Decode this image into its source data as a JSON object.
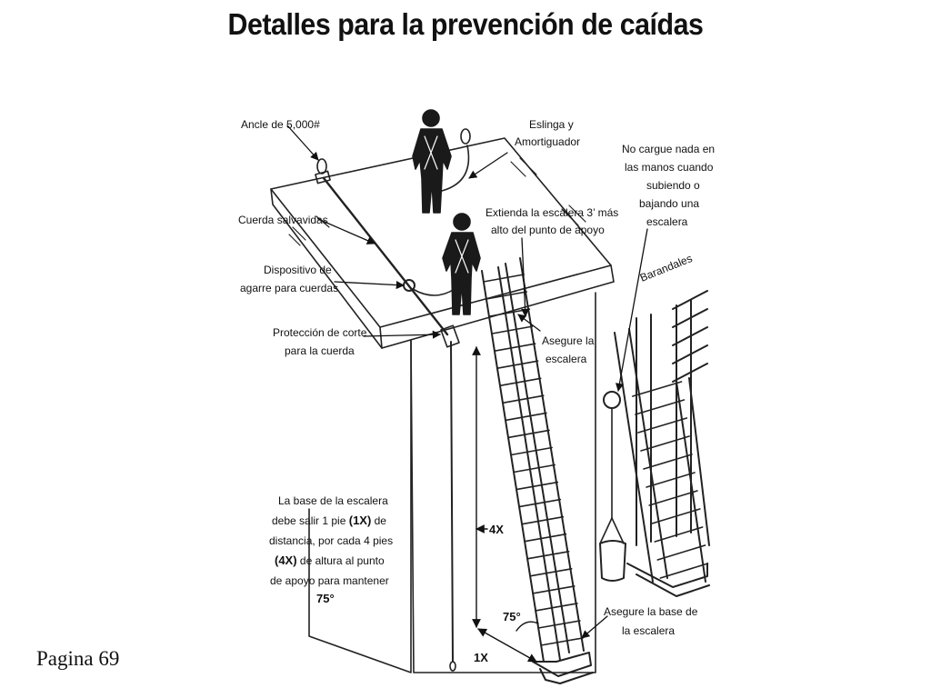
{
  "title": "Detalles para la prevención de caídas",
  "labels": {
    "anchor": "Ancle de 5,000#",
    "sling_1": "Eslinga y",
    "sling_2": "Amortiguador",
    "no_carry_1": "No cargue nada en",
    "no_carry_2": "las manos cuando",
    "no_carry_3": "subiendo o",
    "no_carry_4": "bajando una",
    "no_carry_5": "escalera",
    "lifeline": "Cuerda salvavidas",
    "extend_1": "Extienda la escalera 3’ más",
    "extend_2": "alto del punto de apoyo",
    "guardrails": "Barandales",
    "rope_grab_1": "Dispositivo de",
    "rope_grab_2": "agarre para cuerdas",
    "cut_protection_1": "Protección de corte",
    "cut_protection_2": "para la cuerda",
    "secure_ladder_1": "Asegure la",
    "secure_ladder_2": "escalera",
    "base_rule_1": "La base de la escalera",
    "base_rule_2a": "debe salir 1 pie ",
    "base_rule_2b": "(1X)",
    "base_rule_2c": " de",
    "base_rule_3": "distancia, por cada 4 pies",
    "base_rule_4a": "(4X)",
    "base_rule_4b": " de altura al punto",
    "base_rule_5": "de apoyo para mantener",
    "base_rule_6": "75°",
    "height_4x": "4X",
    "angle_75": "75°",
    "base_1x": "1X",
    "secure_base_1": "Asegure la base de",
    "secure_base_2": "la escalera"
  },
  "footer": {
    "page": "Pagina 69"
  }
}
